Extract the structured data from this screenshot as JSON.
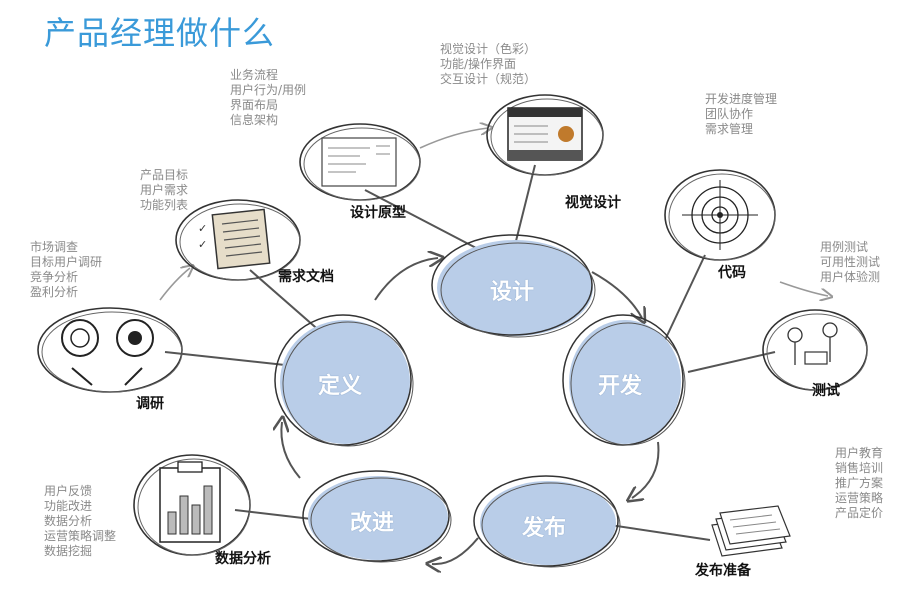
{
  "title": "产品经理做什么",
  "stages": {
    "design": "设计",
    "develop": "开发",
    "release": "发布",
    "improve": "改进",
    "define": "定义"
  },
  "labels": {
    "research": "调研",
    "requirements_doc": "需求文档",
    "design_prototype": "设计原型",
    "visual_design": "视觉设计",
    "code": "代码",
    "test": "测试",
    "release_prep": "发布准备",
    "data_analysis": "数据分析"
  },
  "notes": {
    "research": [
      "市场调查",
      "目标用户调研",
      "竞争分析",
      "盈利分析"
    ],
    "requirements_doc": [
      "产品目标",
      "用户需求",
      "功能列表"
    ],
    "design_prototype": [
      "业务流程",
      "用户行为/用例",
      "界面布局",
      "信息架构"
    ],
    "visual_design": [
      "视觉设计（色彩）",
      "功能/操作界面",
      "交互设计（规范）"
    ],
    "code": [
      "开发进度管理",
      "团队协作",
      "需求管理"
    ],
    "test": [
      "用例测试",
      "可用性测试",
      "用户体验测"
    ],
    "release_prep": [
      "用户教育",
      "销售培训",
      "推广方案",
      "运营策略",
      "产品定价"
    ],
    "data_analysis": [
      "用户反馈",
      "功能改进",
      "数据分析",
      "运营策略调整",
      "数据挖掘"
    ]
  },
  "colors": {
    "title": "#3a9ad9",
    "stage_fill": "#b9cde8",
    "sketch": "#3a3a3a",
    "note_text": "#8a8a8a"
  }
}
